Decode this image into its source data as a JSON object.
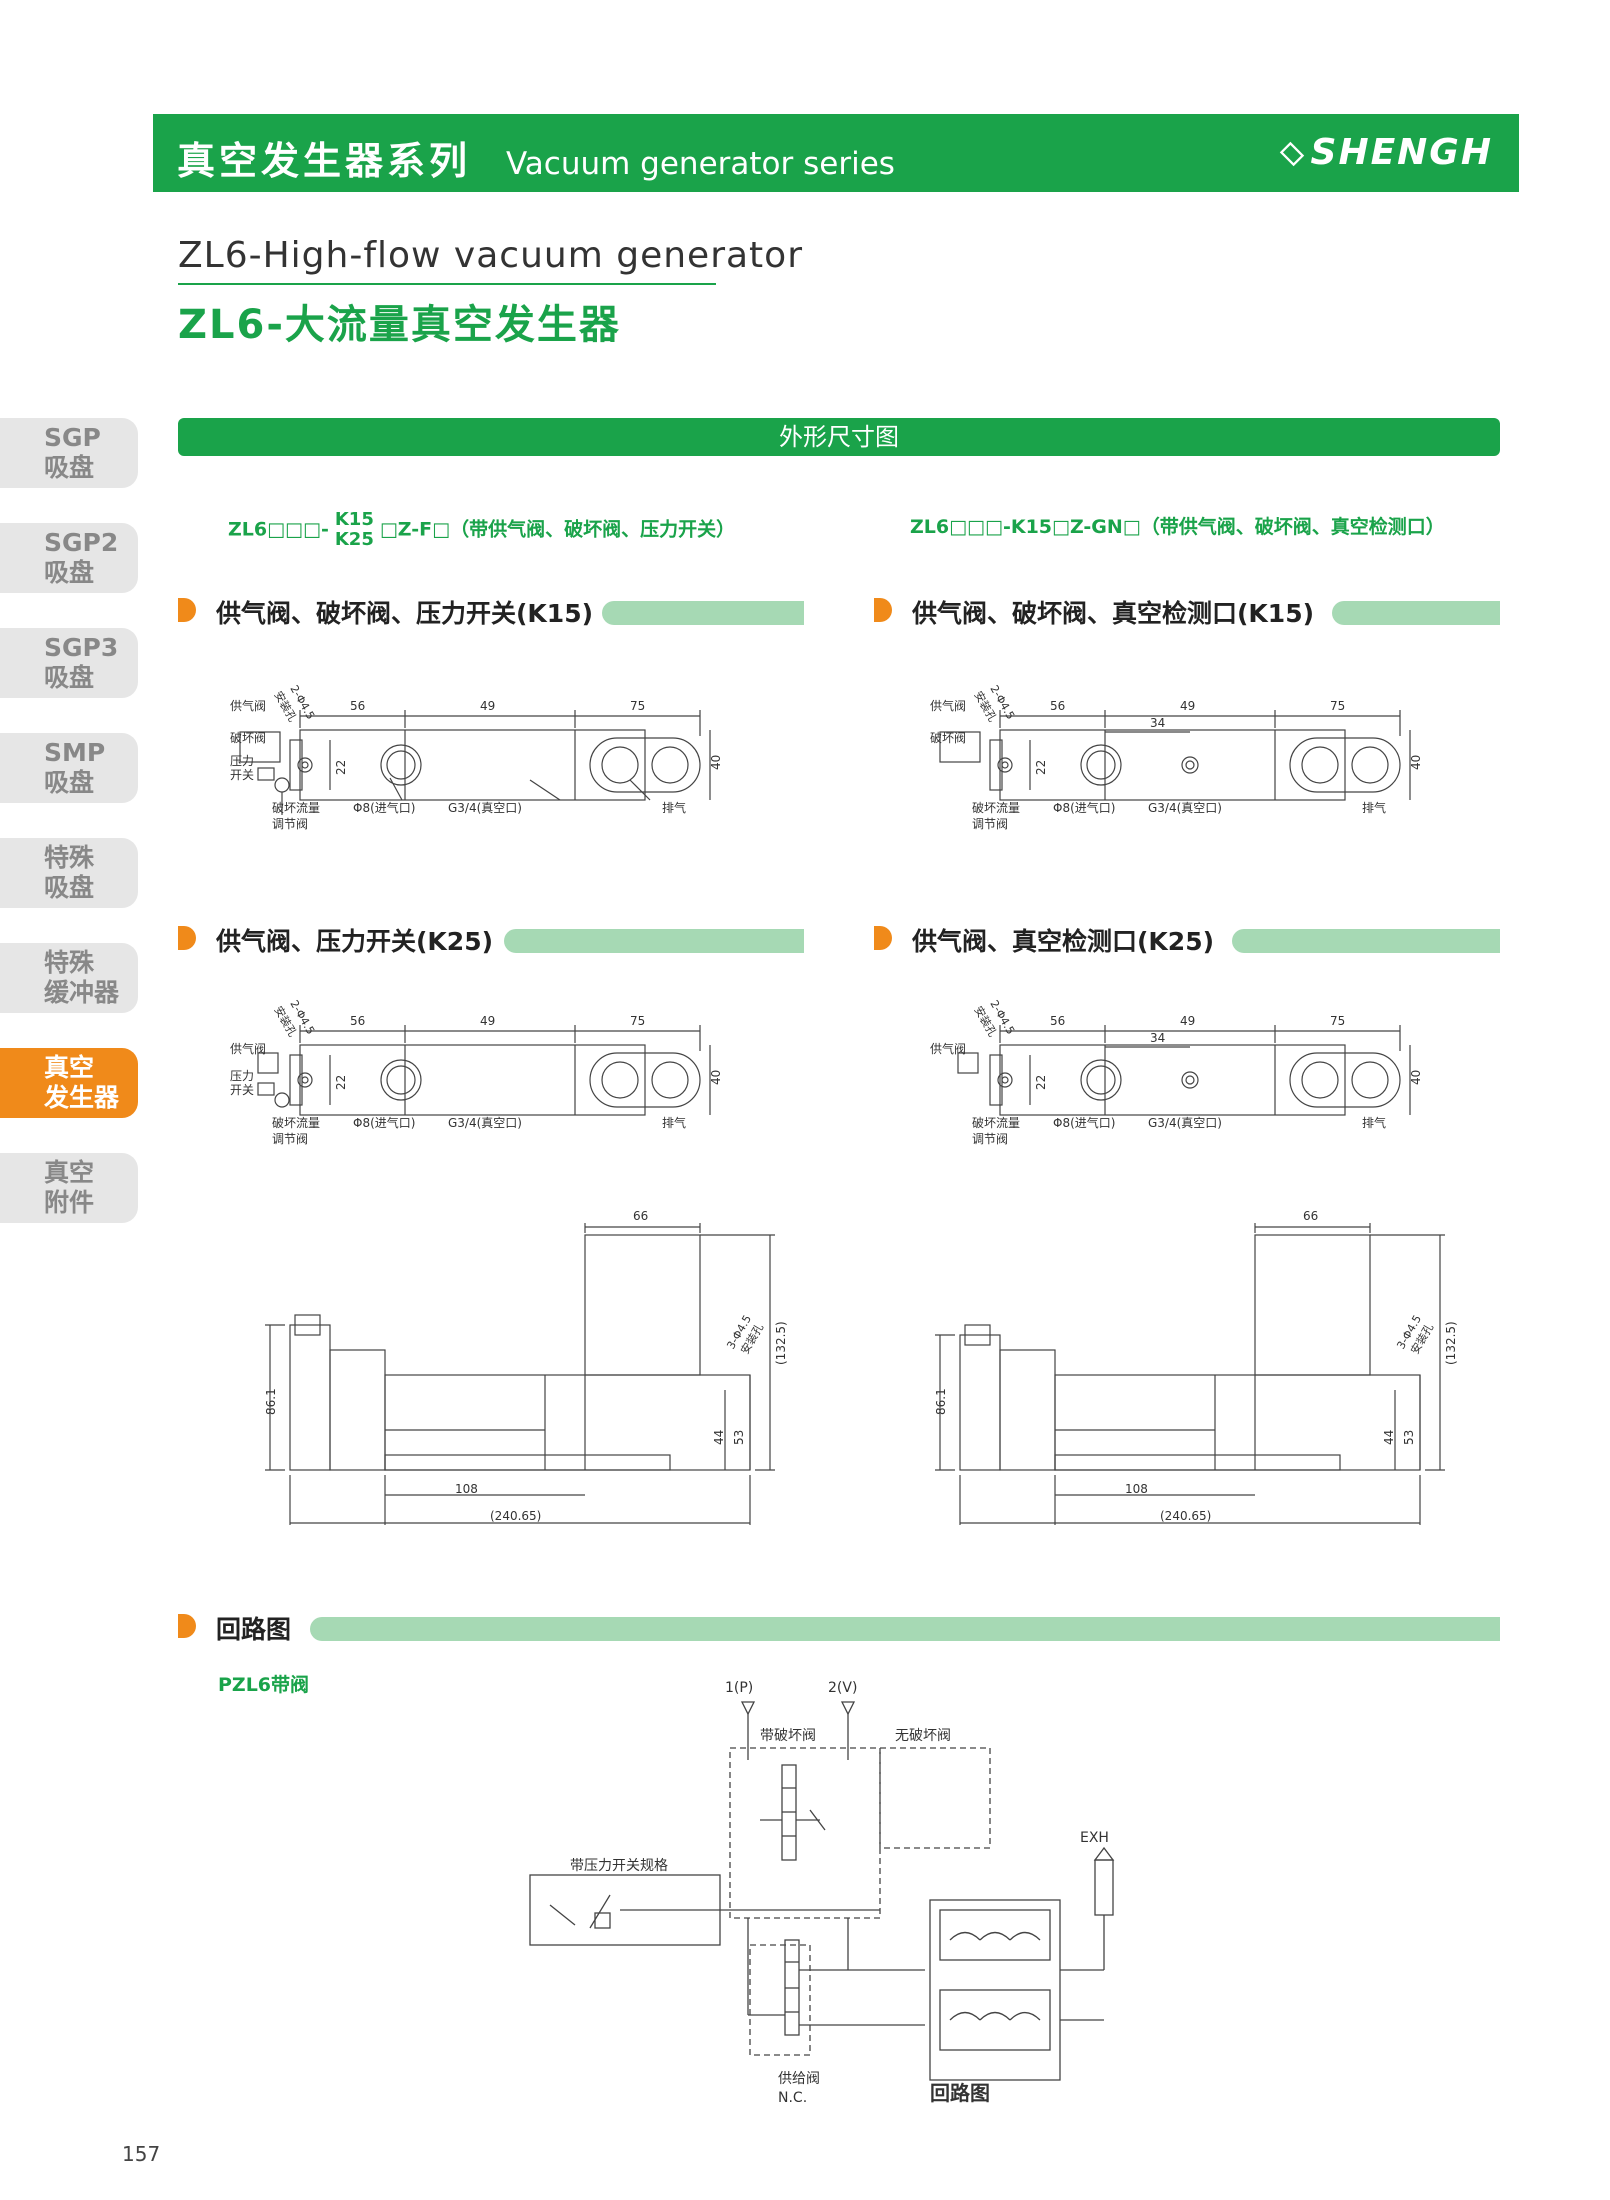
{
  "header": {
    "title_cn": "真空发生器系列",
    "title_en": "Vacuum generator series",
    "logo": "SHENGH"
  },
  "product": {
    "title_en": "ZL6-High-flow vacuum generator",
    "title_cn": "ZL6-大流量真空发生器"
  },
  "sidebar": {
    "items": [
      {
        "line1": "SGP",
        "line2": "吸盘"
      },
      {
        "line1": "SGP2",
        "line2": "吸盘"
      },
      {
        "line1": "SGP3",
        "line2": "吸盘"
      },
      {
        "line1": "SMP",
        "line2": "吸盘"
      },
      {
        "line1": "特殊",
        "line2": "吸盘"
      },
      {
        "line1": "特殊",
        "line2": "缓冲器"
      },
      {
        "line1": "真空",
        "line2": "发生器"
      },
      {
        "line1": "真空",
        "line2": "附件"
      }
    ],
    "active_index": 6
  },
  "section_title": "外形尺寸图",
  "codes": {
    "left_prefix": "ZL6□□□-",
    "left_stack_top": "K15",
    "left_stack_bottom": "K25",
    "left_suffix": "□Z-F□（带供气阀、破坏阀、压力开关）",
    "right": "ZL6□□□-K15□Z-GN□（带供气阀、破坏阀、真空检测口）"
  },
  "subheads": {
    "tl": "供气阀、破坏阀、压力开关(K15)",
    "tr": "供气阀、破坏阀、真空检测口(K15)",
    "bl": "供气阀、压力开关(K25)",
    "br": "供气阀、真空检测口(K25)",
    "circuit": "回路图"
  },
  "drawing": {
    "dims": {
      "d56": "56",
      "d49": "49",
      "d75": "75",
      "d34": "34",
      "d40": "40",
      "d22": "22",
      "d66": "66",
      "d108": "108",
      "d240": "(240.65)",
      "d132": "(132.5)",
      "d86": "86.1",
      "d44": "44",
      "d53": "53"
    },
    "labels": {
      "supply_valve": "供气阀",
      "break_valve": "破坏阀",
      "pressure_switch_1": "压力",
      "pressure_switch_2": "开关",
      "mount_hole": "2-Φ4.5",
      "mount_hole_2": "安装孔",
      "break_flow_1": "破坏流量",
      "break_flow_2": "调节阀",
      "inlet": "Φ8(进气口)",
      "vacuum_port": "G3/4(真空口)",
      "exhaust": "排气",
      "mount_hole_3": "3-Φ4.5",
      "mount_hole_3b": "安装孔"
    }
  },
  "circuit": {
    "label": "PZL6带阀",
    "port_p": "1(P)",
    "port_v": "2(V)",
    "with_break": "带破坏阀",
    "without_break": "无破坏阀",
    "with_switch": "带压力开关规格",
    "exh": "EXH",
    "supply": "供给阀",
    "nc": "N.C.",
    "diagram": "回路图"
  },
  "page_number": "157"
}
